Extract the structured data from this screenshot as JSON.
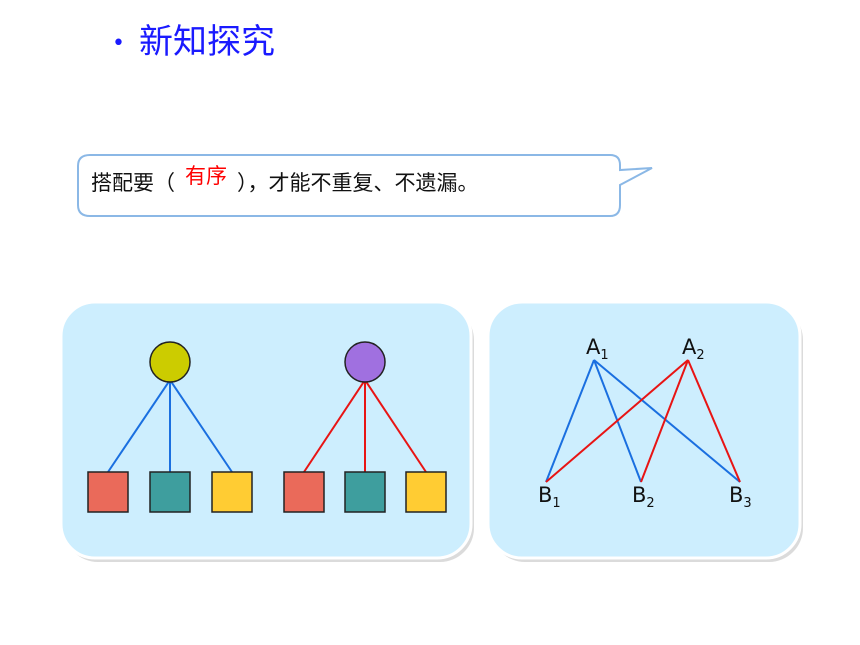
{
  "heading": {
    "bullet": "•",
    "title": "新知探究"
  },
  "callout": {
    "prefix": "搭配要（",
    "answer": "有序",
    "suffix": "），才能不重复、不遗漏。"
  },
  "colors": {
    "heading": "#1a1aff",
    "answer": "#ff0000",
    "panel_fill": "#cdeefe",
    "blue_line": "#1a6fe0",
    "red_line": "#e81414",
    "circle_yellow": "#cccc00",
    "circle_purple": "#a070e0",
    "square_red": "#ea6a5a",
    "square_teal": "#3e9e9e",
    "square_yellow": "#ffcc33"
  },
  "left_diagram": {
    "groups": [
      {
        "top": "yellow-circle",
        "line_color": "blue",
        "items": [
          "red-square",
          "teal-square",
          "yellow-square"
        ]
      },
      {
        "top": "purple-circle",
        "line_color": "red",
        "items": [
          "red-square",
          "teal-square",
          "yellow-square"
        ]
      }
    ]
  },
  "right_diagram": {
    "top_nodes": [
      {
        "letter": "A",
        "sub": "1"
      },
      {
        "letter": "A",
        "sub": "2"
      }
    ],
    "bottom_nodes": [
      {
        "letter": "B",
        "sub": "1"
      },
      {
        "letter": "B",
        "sub": "2"
      },
      {
        "letter": "B",
        "sub": "3"
      }
    ],
    "edges": [
      {
        "from": "A1",
        "to": "B1",
        "color": "blue"
      },
      {
        "from": "A1",
        "to": "B2",
        "color": "blue"
      },
      {
        "from": "A1",
        "to": "B3",
        "color": "blue"
      },
      {
        "from": "A2",
        "to": "B1",
        "color": "red"
      },
      {
        "from": "A2",
        "to": "B2",
        "color": "red"
      },
      {
        "from": "A2",
        "to": "B3",
        "color": "red"
      }
    ]
  }
}
